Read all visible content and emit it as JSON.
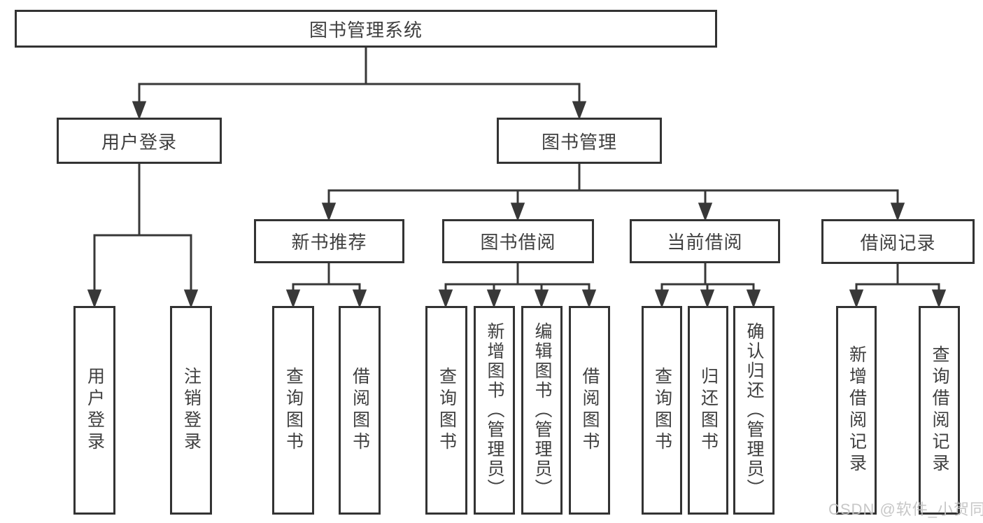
{
  "diagram": {
    "root": {
      "label": "图书管理系统"
    },
    "level2": [
      {
        "label": "用户登录"
      },
      {
        "label": "图书管理"
      }
    ],
    "level3": [
      {
        "label": "新书推荐"
      },
      {
        "label": "图书借阅"
      },
      {
        "label": "当前借阅"
      },
      {
        "label": "借阅记录"
      }
    ],
    "leaves": {
      "user": [
        {
          "label": "用户登录"
        },
        {
          "label": "注销登录"
        }
      ],
      "recommend": [
        {
          "label": "查询图书"
        },
        {
          "label": "借阅图书"
        }
      ],
      "borrow": [
        {
          "label": "查询图书"
        },
        {
          "label": "新增图书（管理员）"
        },
        {
          "label": "编辑图书（管理员）"
        },
        {
          "label": "借阅图书"
        }
      ],
      "current": [
        {
          "label": "查询图书"
        },
        {
          "label": "归还图书"
        },
        {
          "label": "确认归还（管理员）"
        }
      ],
      "records": [
        {
          "label": "新增借阅记录"
        },
        {
          "label": "查询借阅记录"
        }
      ]
    },
    "watermark": "CSDN @软件_小贺同学"
  },
  "colors": {
    "line": "#383838",
    "box_border": "#333333",
    "text": "#3f3f3f",
    "background": "#ffffff",
    "watermark": "#c3c3c3"
  }
}
